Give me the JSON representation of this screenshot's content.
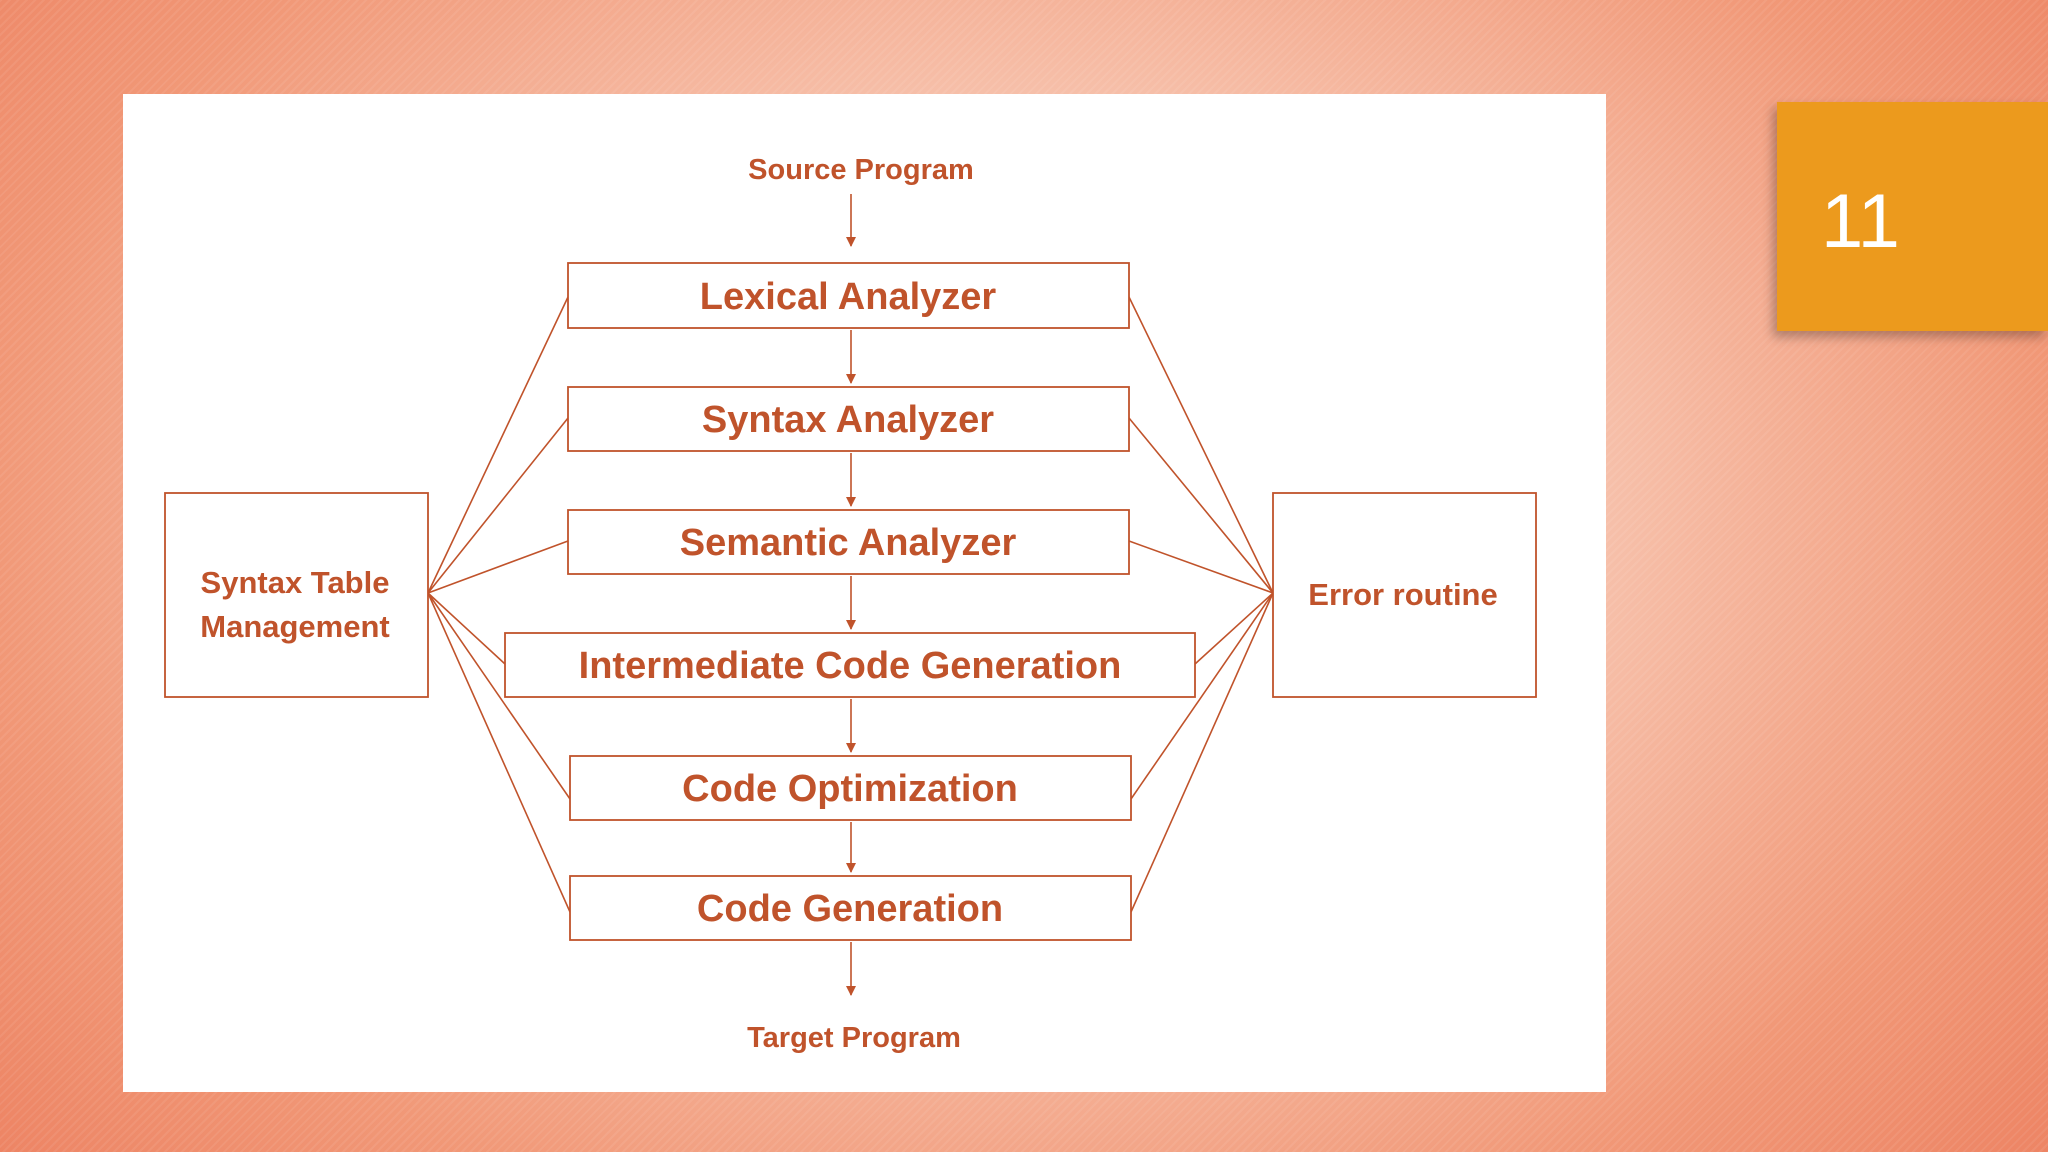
{
  "slide": {
    "page_number": "11"
  },
  "diagram": {
    "source_label": "Source Program",
    "target_label": "Target Program",
    "phases": [
      "Lexical Analyzer",
      "Syntax Analyzer",
      "Semantic Analyzer",
      "Intermediate Code Generation",
      "Code Optimization",
      "Code Generation"
    ],
    "left_box_lines": [
      "Syntax Table",
      "Management"
    ],
    "right_box_label": "Error routine",
    "colors": {
      "stroke": "#c0532b",
      "text": "#c0532b",
      "badge": "#ec9a1d"
    }
  }
}
